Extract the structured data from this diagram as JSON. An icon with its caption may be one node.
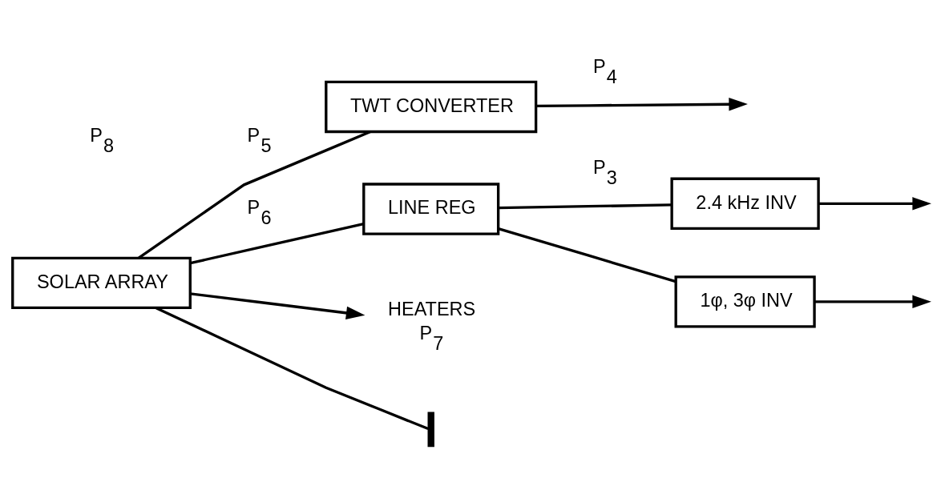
{
  "diagram": {
    "nodes": [
      {
        "text": [
          "SOLAR ARRAY"
        ]
      },
      {
        "text": [
          "TWT CONVERTER"
        ]
      },
      {
        "text": [
          "LINE REG"
        ]
      },
      {
        "text": [
          "2.4 kHz INV"
        ]
      },
      {
        "text": [
          "1φ, 3φ INV"
        ]
      },
      {
        "text": [
          "HEATERS"
        ],
        "beside": [
          "P$_{7}$"
        ]
      },
      {
        "text": [],
        "shape": "bar"
      }
    ],
    "edges": [
      {
        "from": 0,
        "to": 1,
        "arrow": "none",
        "label": "P$_{5}$"
      },
      {
        "from": 0,
        "to": 2,
        "arrow": "none",
        "label": "P$_{6}$"
      },
      {
        "from": 0,
        "to": 5,
        "arrow": "to"
      },
      {
        "from": 0,
        "to": 6,
        "arrow": "none"
      },
      {
        "from": 1,
        "to": null,
        "arrow": "to",
        "label": "P$_{4}$"
      },
      {
        "from": 2,
        "to": 3,
        "arrow": "none",
        "label": "P$_{3}$"
      },
      {
        "from": 2,
        "to": 4,
        "arrow": "none"
      },
      {
        "from": 3,
        "to": null,
        "arrow": "to"
      },
      {
        "from": 4,
        "to": null,
        "arrow": "to"
      }
    ],
    "labels": [
      "P$_{8}$"
    ]
  }
}
